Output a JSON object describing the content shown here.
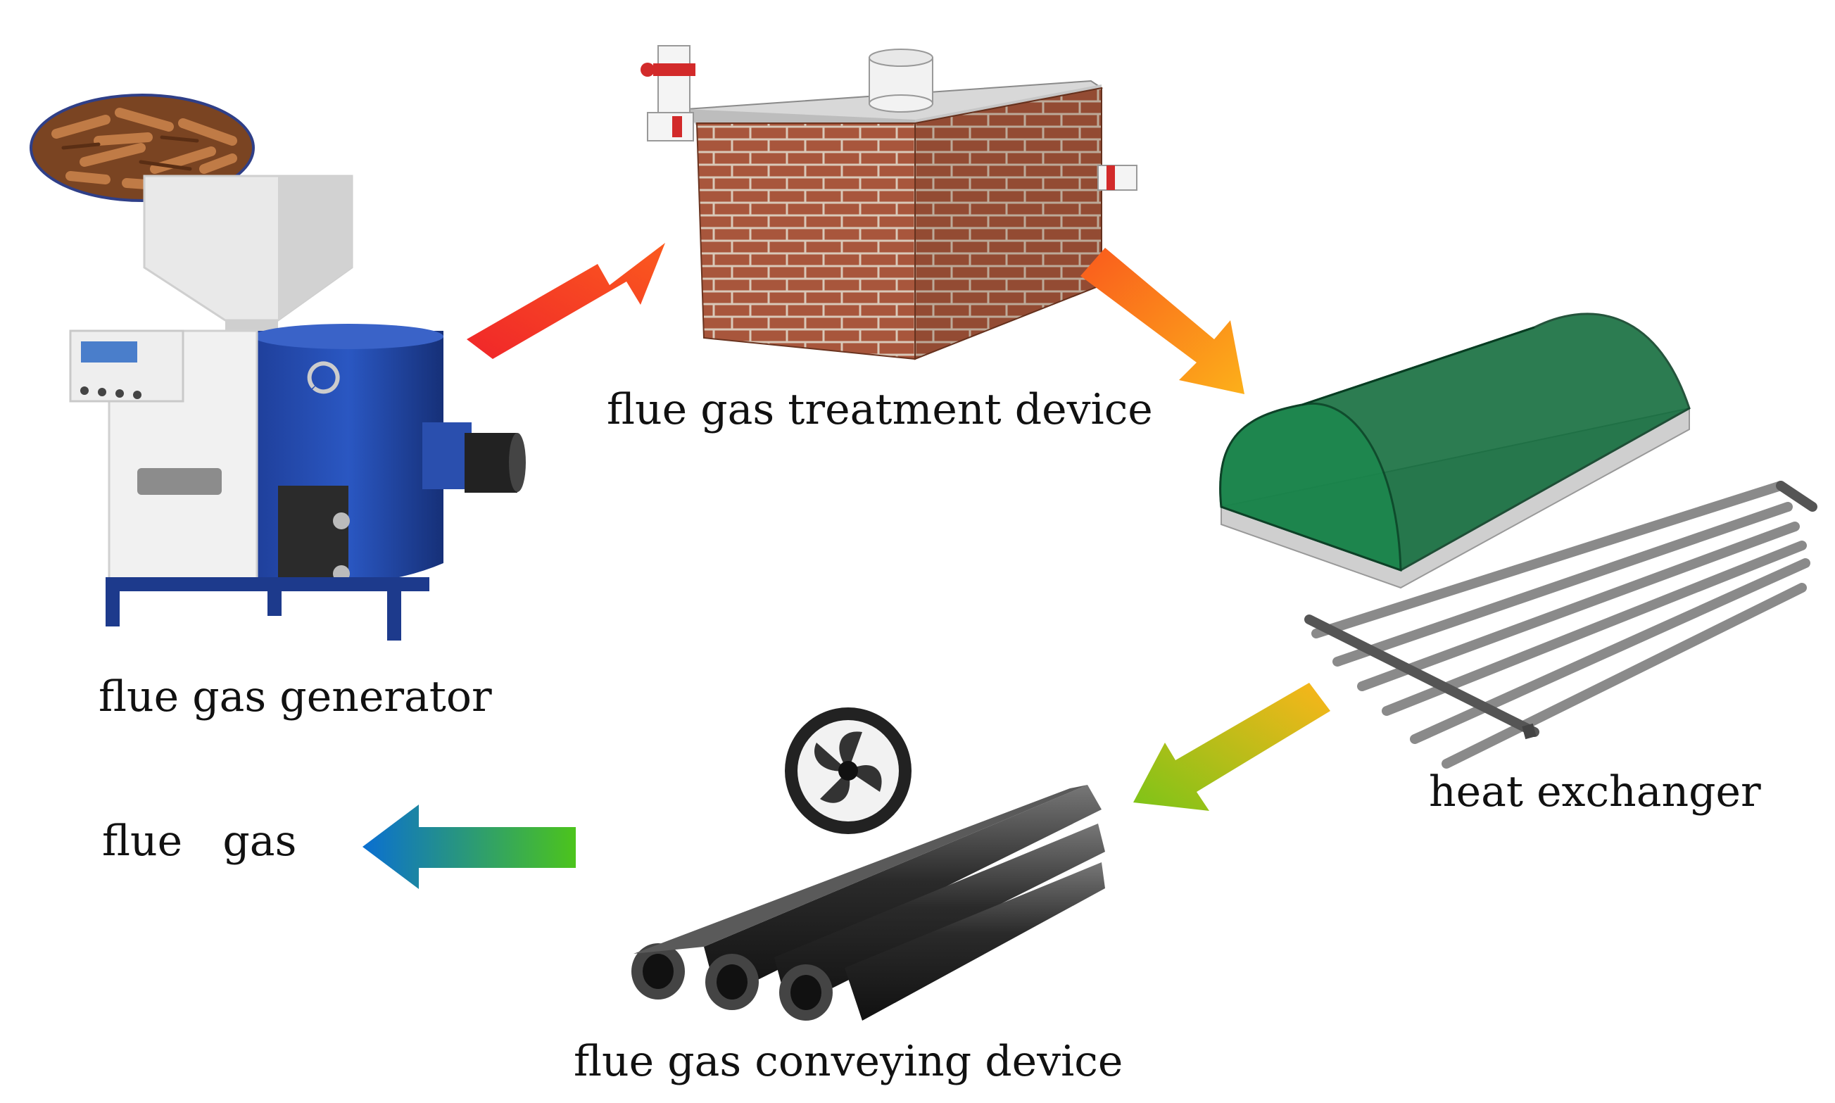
{
  "labels": {
    "generator": "flue gas generator",
    "treatment": "flue gas treatment device",
    "exchanger": "heat exchanger",
    "conveying": "flue gas conveying device",
    "output": "flue   gas"
  },
  "icons": {
    "generator": "biomass-burner-icon",
    "pellets": "wood-pellets-icon",
    "treatment": "brick-tank-icon",
    "exchanger": "greenhouse-heat-exchanger-icon",
    "fan": "axial-fan-icon",
    "pipes": "pipes-icon"
  },
  "colors": {
    "arrow1": [
      "#f0262a",
      "#fb5a1e"
    ],
    "arrow2": [
      "#fa5a1c",
      "#fcb01a"
    ],
    "arrow3": [
      "#fbb51a",
      "#7cc418"
    ],
    "arrow4": [
      "#4cc41c",
      "#0a6fd2"
    ]
  }
}
